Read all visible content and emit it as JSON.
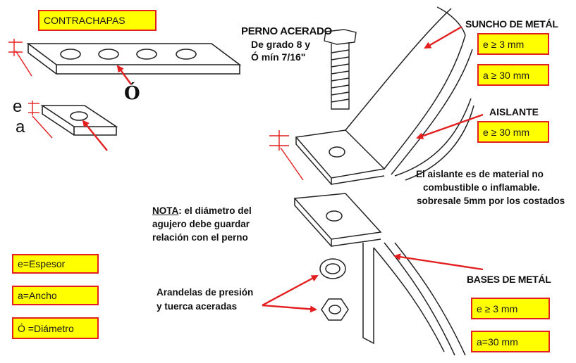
{
  "contrachapas": {
    "title": "CONTRACHAPAS",
    "dia_symbol": "Ó",
    "e_letter": "e",
    "a_letter": "a"
  },
  "perno": {
    "title": "PERNO ACERADO",
    "line1": "De grado 8 y",
    "line2": "Ó mín 7/16\""
  },
  "suncho": {
    "title": "SUNCHO DE METÁL",
    "spec_e": "e ≥ 3 mm",
    "spec_a": "a ≥ 30 mm"
  },
  "aislante": {
    "title": "AISLANTE",
    "spec_e": "e ≥ 30 mm",
    "note_line1": "El aislante es de material no",
    "note_line2": "combustible o inflamable.",
    "note_bold": "sobresale 5mm",
    "note_rest": " por los costados"
  },
  "nota": {
    "label": "NOTA",
    "line1": ": el diámetro del",
    "line2": "agujero debe guardar",
    "line3": "relación con el perno"
  },
  "legend": {
    "e": "e=Espesor",
    "a": "a=Ancho",
    "d": "Ó =Diámetro"
  },
  "arandelas": {
    "line1": "Arandelas de presión",
    "line2": "y tuerca aceradas"
  },
  "bases": {
    "title": "BASES DE METÁL",
    "spec_e": "e ≥ 3 mm",
    "spec_a": "a=30 mm"
  },
  "colors": {
    "box_fill": "#ffff00",
    "box_border": "#e31f1f",
    "arrow": "#e31f1f",
    "ink": "#111111"
  }
}
